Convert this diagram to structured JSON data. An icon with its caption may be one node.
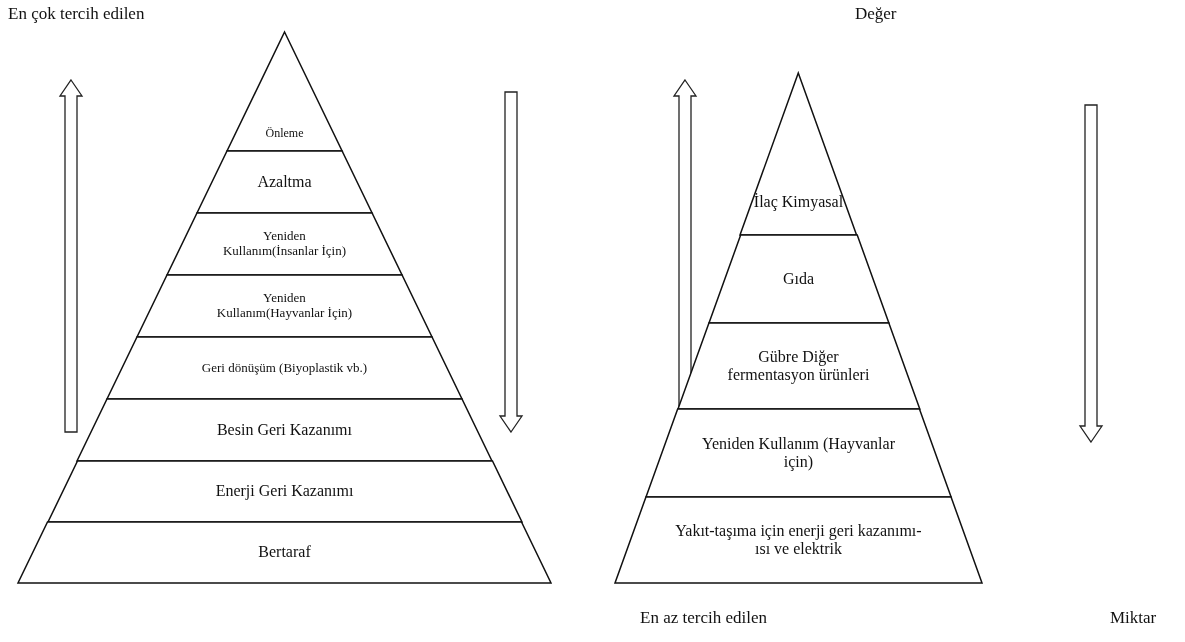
{
  "diagram": {
    "nodes": [
      {
        "text": [
          "Önleme"
        ]
      },
      {
        "text": [
          "Azaltma"
        ]
      },
      {
        "text": [
          "Yeniden Kullanım(İnsanlar İçin)"
        ]
      },
      {
        "text": [
          "Yeniden Kullanım(Hayvanlar İçin)"
        ]
      },
      {
        "text": [
          "Geri dönüşüm (Biyoplastik vb.)"
        ]
      },
      {
        "text": [
          "Besin Geri Kazanımı"
        ]
      },
      {
        "text": [
          "Enerji Geri Kazanımı"
        ]
      },
      {
        "text": [
          "Bertaraf"
        ]
      },
      {
        "text": [
          "İlaç Kimyasal"
        ]
      },
      {
        "text": [
          "Gıda"
        ]
      },
      {
        "text": [
          "Gübre Diğer fermentasyon ürünleri"
        ]
      },
      {
        "text": [
          "Yeniden Kullanım (Hayvanlar için)"
        ]
      },
      {
        "text": [
          "Yakıt-taşıma için enerji geri kazanımı-ısı ve elektrik"
        ]
      }
    ],
    "edges": [],
    "labels": [
      "En çok tercih edilen",
      "Değer",
      "En az tercih edilen",
      "Miktar"
    ]
  }
}
